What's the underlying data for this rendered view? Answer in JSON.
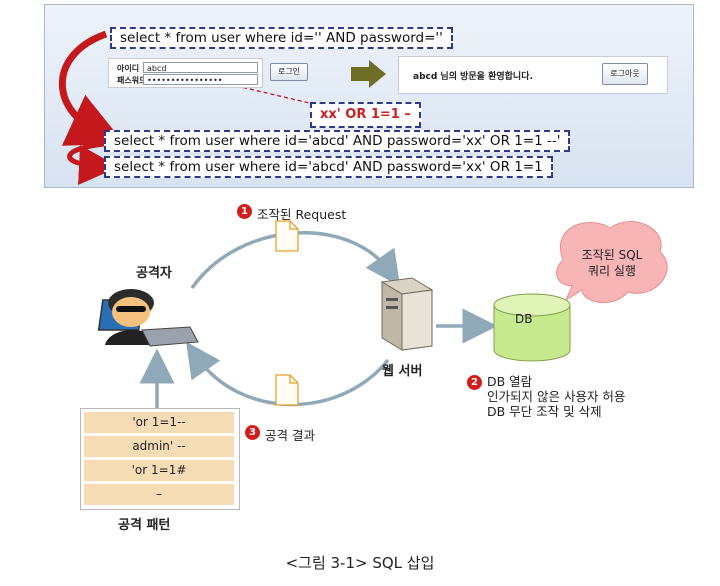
{
  "top_panel": {
    "sql_original": "select * from user where id='' AND password=''",
    "login_form": {
      "id_label": "아이디",
      "password_label": "패스워드",
      "id_value": "abcd",
      "password_value": "••••••••••••••••",
      "login_button": "로그인"
    },
    "welcome": {
      "message": "abcd 님의 방문을 환영합니다.",
      "logout_button": "로그아웃"
    },
    "injection": "xx'   OR 1=1 –",
    "sql_injected_1": "select * from user where id='abcd' AND password='xx' OR 1=1 --'",
    "sql_injected_2": "select * from user where id='abcd' AND password='xx' OR 1=1"
  },
  "flow": {
    "attacker_label": "공격자",
    "server_label": "웹 서버",
    "step1": {
      "number": "1",
      "label": "조작된 Request"
    },
    "step2": {
      "number": "2",
      "lines": [
        "DB 열람",
        "인가되지 않은 사용자 허용",
        "DB 무단 조작 및 삭제"
      ]
    },
    "step3": {
      "number": "3",
      "label": "공격 결과"
    },
    "db_label": "DB",
    "bubble_lines": [
      "조작된 SQL",
      "쿼리 실행"
    ]
  },
  "patterns": {
    "items": [
      "'or 1=1--",
      "admin' --",
      "'or 1=1#",
      "–"
    ],
    "title": "공격 패턴"
  },
  "caption": "<그림 3-1> SQL 삽입",
  "colors": {
    "arrow_gray": "#8fa9b8",
    "accent_red": "#d21d1d",
    "sql_border": "#2b3a8c",
    "pattern_fill": "#f6dcb5",
    "db_green": "#c8ea8e",
    "bubble_pink": "#f7b5b5"
  }
}
